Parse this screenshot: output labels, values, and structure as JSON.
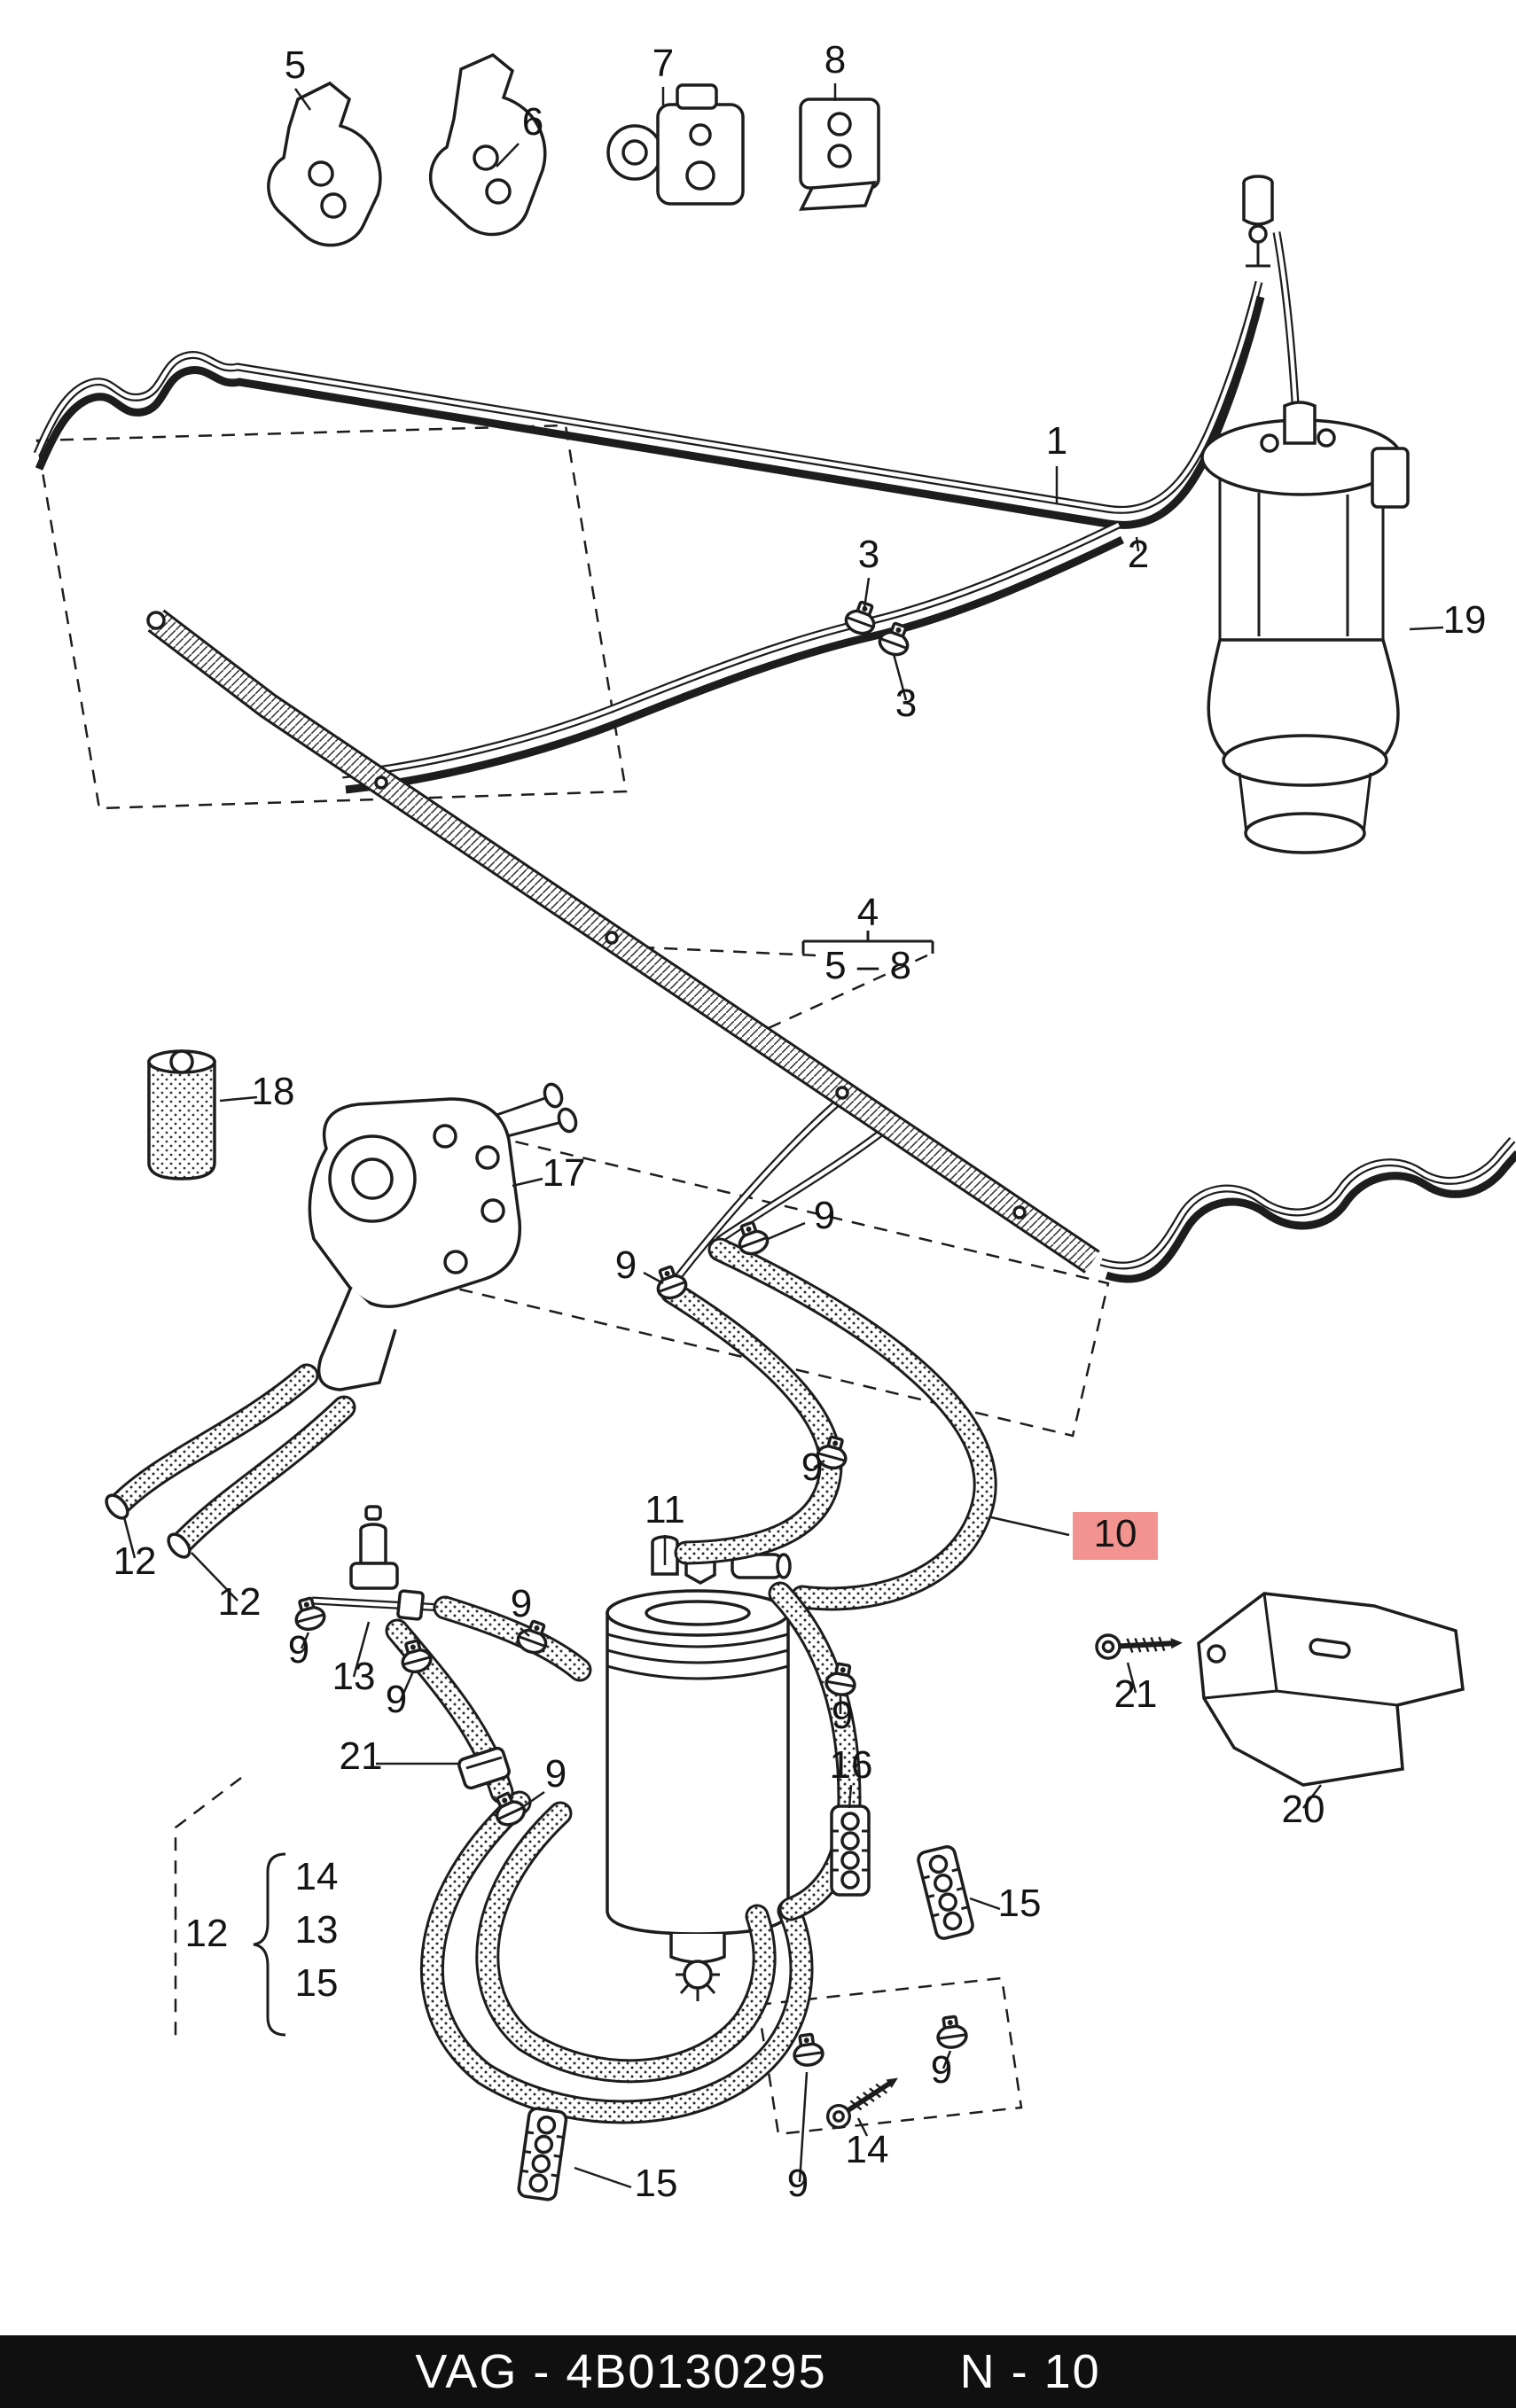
{
  "footer": {
    "left": "VAG - 4B0130295",
    "right": "N - 10"
  },
  "highlight_color": "#F2938F",
  "labels": [
    "5",
    "6",
    "7",
    "8",
    "1",
    "2",
    "3",
    "3",
    "19",
    "4",
    "5 – 8",
    "18",
    "17",
    "9",
    "9",
    "9",
    "10",
    "11",
    "12",
    "12",
    "9",
    "13",
    "9",
    "9",
    "21",
    "9",
    "9",
    "16",
    "21",
    "20",
    "15",
    "14",
    "13",
    "15",
    "12",
    "15",
    "9",
    "14",
    "9"
  ]
}
